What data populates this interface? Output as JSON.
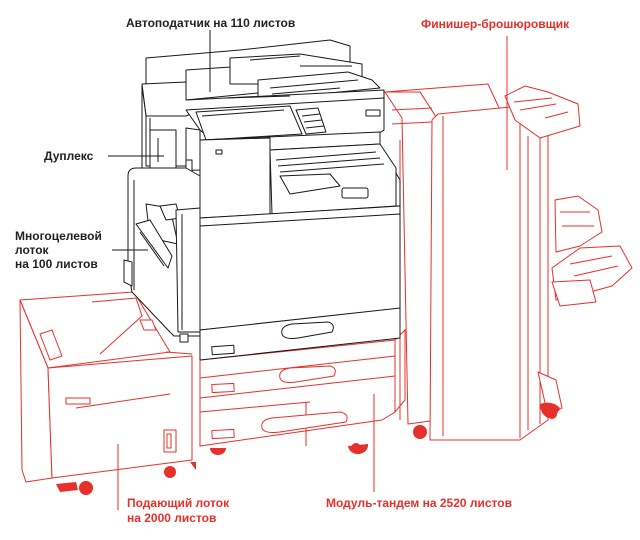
{
  "diagram": {
    "title": "Xerox multifunction printer configuration with optional modules",
    "colors": {
      "core_device": "#1a1a1a",
      "optional_module": "#e8302a",
      "background": "#ffffff"
    },
    "labels": {
      "adf": "Автоподатчик на 110 листов",
      "duplex": "Дуплекс",
      "bypass_line1": "Многоцелевой",
      "bypass_line2": "лоток",
      "bypass_line3": "на 100 листов",
      "finisher": "Финишер-брошюровщик",
      "hcf_line1": "Подающий лоток",
      "hcf_line2": "на 2000 листов",
      "tandem": "Модуль-тандем на 2520 листов"
    },
    "components": [
      {
        "id": "adf",
        "label_key": "adf",
        "optional": false
      },
      {
        "id": "duplex",
        "label_key": "duplex",
        "optional": false
      },
      {
        "id": "bypass-tray",
        "label_key": "bypass",
        "optional": false
      },
      {
        "id": "finisher",
        "label_key": "finisher",
        "optional": true
      },
      {
        "id": "high-capacity-feeder",
        "label_key": "hcf",
        "optional": true
      },
      {
        "id": "tandem-tray-module",
        "label_key": "tandem",
        "optional": true
      }
    ]
  }
}
